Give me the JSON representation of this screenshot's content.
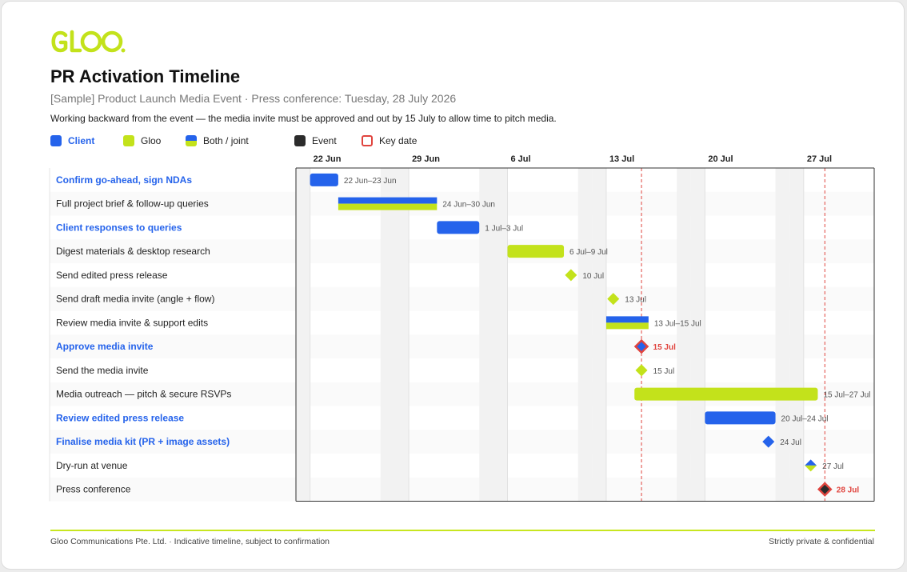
{
  "header": {
    "logo_text": "GLOO",
    "title": "PR Activation Timeline",
    "subtitle": "[Sample] Product Launch Media Event · Press conference: Tuesday, 28 July 2026",
    "note": "Working backward from the event — the media invite must be approved and out by 15 July to allow time to pitch media."
  },
  "legend": [
    {
      "label": "Client",
      "kind": "client"
    },
    {
      "label": "Gloo",
      "kind": "gloo"
    },
    {
      "label": "Both / joint",
      "kind": "both"
    },
    {
      "label": "Event",
      "kind": "event"
    },
    {
      "label": "Key date",
      "kind": "key"
    }
  ],
  "colors": {
    "client": "#2563eb",
    "gloo": "#c3e21b",
    "event": "#2b2b2b",
    "key": "#e0443e",
    "weekend": "#f1f1f1",
    "row_alt": "#fafafa"
  },
  "chart_data": {
    "type": "gantt",
    "x_axis": {
      "start": "2026-06-21",
      "end": "2026-07-31",
      "ticks": [
        {
          "date": "2026-06-22",
          "label": "22 Jun"
        },
        {
          "date": "2026-06-29",
          "label": "29 Jun"
        },
        {
          "date": "2026-07-06",
          "label": "6 Jul"
        },
        {
          "date": "2026-07-13",
          "label": "13 Jul"
        },
        {
          "date": "2026-07-20",
          "label": "20 Jul"
        },
        {
          "date": "2026-07-27",
          "label": "27 Jul"
        }
      ],
      "weekends_shaded": true
    },
    "key_dates": [
      "2026-07-15",
      "2026-07-28"
    ],
    "tasks": [
      {
        "name": "Confirm go-ahead, sign NDAs",
        "owner": "client",
        "type": "bar",
        "start": "2026-06-22",
        "end": "2026-06-23",
        "label": "22 Jun–23 Jun"
      },
      {
        "name": "Full project brief & follow-up queries",
        "owner": "both",
        "type": "bar",
        "start": "2026-06-24",
        "end": "2026-06-30",
        "label": "24 Jun–30 Jun"
      },
      {
        "name": "Client responses to queries",
        "owner": "client",
        "type": "bar",
        "start": "2026-07-01",
        "end": "2026-07-03",
        "label": "1 Jul–3 Jul"
      },
      {
        "name": "Digest materials & desktop research",
        "owner": "gloo",
        "type": "bar",
        "start": "2026-07-06",
        "end": "2026-07-09",
        "label": "6 Jul–9 Jul"
      },
      {
        "name": "Send edited press release",
        "owner": "gloo",
        "type": "milestone",
        "start": "2026-07-10",
        "end": "2026-07-10",
        "label": "10 Jul"
      },
      {
        "name": "Send draft media invite (angle + flow)",
        "owner": "gloo",
        "type": "milestone",
        "start": "2026-07-13",
        "end": "2026-07-13",
        "label": "13 Jul"
      },
      {
        "name": "Review media invite & support edits",
        "owner": "both",
        "type": "bar",
        "start": "2026-07-13",
        "end": "2026-07-15",
        "label": "13 Jul–15 Jul"
      },
      {
        "name": "Approve media invite",
        "owner": "client",
        "type": "milestone",
        "key": true,
        "start": "2026-07-15",
        "end": "2026-07-15",
        "label": "15 Jul"
      },
      {
        "name": "Send the media invite",
        "owner": "gloo",
        "type": "milestone",
        "start": "2026-07-15",
        "end": "2026-07-15",
        "label": "15 Jul"
      },
      {
        "name": "Media outreach — pitch & secure RSVPs",
        "owner": "gloo",
        "type": "bar",
        "start": "2026-07-15",
        "end": "2026-07-27",
        "label": "15 Jul–27 Jul"
      },
      {
        "name": "Review edited press release",
        "owner": "client",
        "type": "bar",
        "start": "2026-07-20",
        "end": "2026-07-24",
        "label": "20 Jul–24 Jul"
      },
      {
        "name": "Finalise media kit (PR + image assets)",
        "owner": "client",
        "type": "milestone",
        "start": "2026-07-24",
        "end": "2026-07-24",
        "label": "24 Jul"
      },
      {
        "name": "Dry-run at venue",
        "owner": "both",
        "type": "milestone",
        "start": "2026-07-27",
        "end": "2026-07-27",
        "label": "27 Jul"
      },
      {
        "name": "Press conference",
        "owner": "event",
        "type": "milestone",
        "key": true,
        "start": "2026-07-28",
        "end": "2026-07-28",
        "label": "28 Jul"
      }
    ]
  },
  "footer": {
    "left": "Gloo Communications Pte. Ltd. · Indicative timeline, subject to confirmation",
    "right": "Strictly private & confidential"
  }
}
